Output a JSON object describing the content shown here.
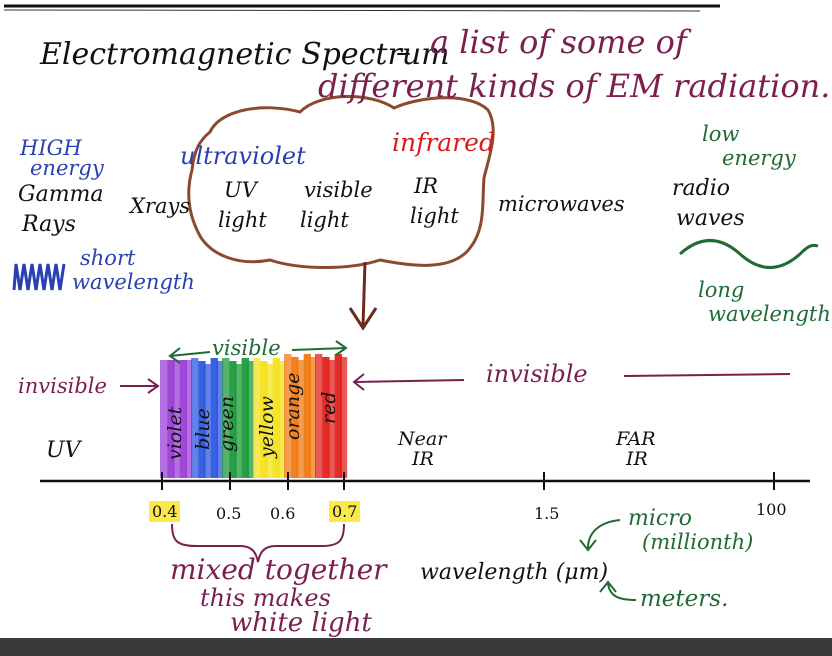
{
  "title": {
    "line1": "Electromagnetic Spectrum",
    "dash": "–",
    "rest1": "a list of some of",
    "line2": "different kinds of EM radiation."
  },
  "bands": {
    "high_energy": [
      "HIGH",
      "energy"
    ],
    "gamma": [
      "Gamma",
      "Rays"
    ],
    "xrays": "Xrays",
    "ultraviolet": "ultraviolet",
    "infrared": "infrared",
    "uv_light": [
      "UV",
      "light"
    ],
    "visible_light": [
      "visible",
      "light"
    ],
    "ir_light": [
      "IR",
      "light"
    ],
    "microwaves": "microwaves",
    "low_energy": [
      "low",
      "energy"
    ],
    "radio": [
      "radio",
      "waves"
    ],
    "short_wavelength": [
      "short",
      "wavelength"
    ],
    "long_wavelength": [
      "long",
      "wavelength"
    ]
  },
  "spectrum": {
    "visible_label": "visible",
    "invisible_left": "invisible",
    "invisible_right": "invisible",
    "uv": "UV",
    "near_ir": [
      "Near",
      "IR"
    ],
    "far_ir": [
      "FAR",
      "IR"
    ],
    "colors": [
      "violet",
      "blue",
      "green",
      "yellow",
      "orange",
      "red"
    ],
    "stripe_colors": [
      "#9b3fd6",
      "#2f58e0",
      "#1e9a3c",
      "#f4e21c",
      "#f07a14",
      "#e0221c"
    ]
  },
  "axis": {
    "ticks": [
      "0.4",
      "0.5",
      "0.6",
      "0.7",
      "1.5",
      "100"
    ]
  },
  "notes": {
    "mixed": [
      "mixed together",
      "this makes",
      "white light"
    ],
    "wavelength": "wavelength (μm)",
    "micro": "micro",
    "millionth": "(millionth)",
    "meters": "meters."
  }
}
